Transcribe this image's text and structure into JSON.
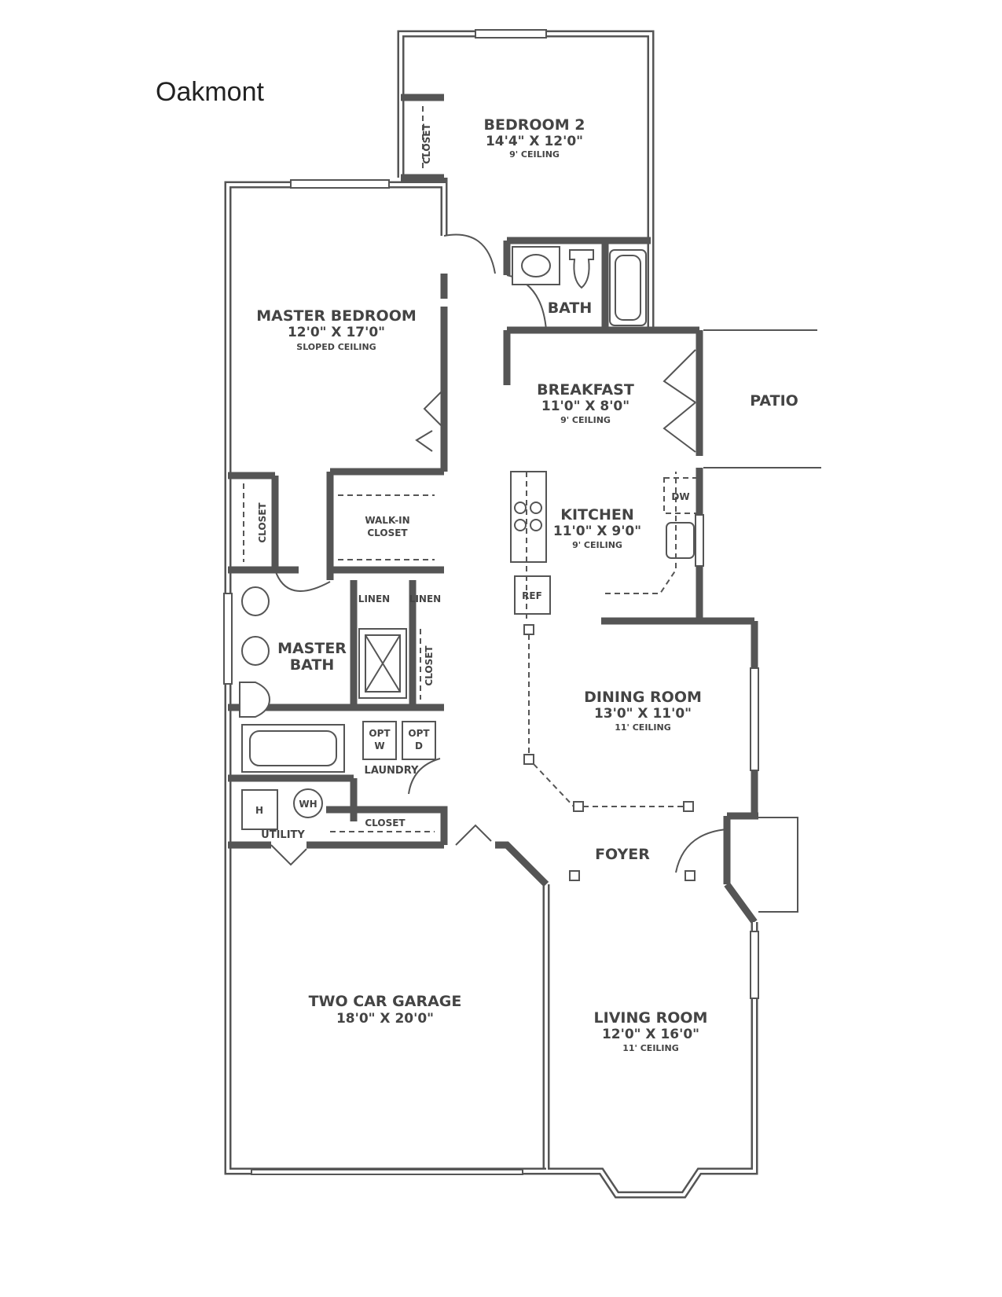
{
  "title": "Oakmont",
  "rooms": {
    "bedroom2": {
      "name": "BEDROOM 2",
      "dims": "14'4\" X 12'0\"",
      "ceiling": "9' CEILING"
    },
    "master_bedroom": {
      "name": "MASTER BEDROOM",
      "dims": "12'0\" X 17'0\"",
      "ceiling": "SLOPED CEILING"
    },
    "bath": {
      "name": "BATH"
    },
    "breakfast": {
      "name": "BREAKFAST",
      "dims": "11'0\" X 8'0\"",
      "ceiling": "9' CEILING"
    },
    "patio": {
      "name": "PATIO"
    },
    "kitchen": {
      "name": "KITCHEN",
      "dims": "11'0\" X 9'0\"",
      "ceiling": "9' CEILING"
    },
    "walk_in_closet": {
      "line1": "WALK-IN",
      "line2": "CLOSET"
    },
    "master_bath": {
      "line1": "MASTER",
      "line2": "BATH"
    },
    "dining_room": {
      "name": "DINING ROOM",
      "dims": "13'0\" X 11'0\"",
      "ceiling": "11' CEILING"
    },
    "foyer": {
      "name": "FOYER"
    },
    "garage": {
      "name": "TWO CAR GARAGE",
      "dims": "18'0\" X 20'0\""
    },
    "living_room": {
      "name": "LIVING ROOM",
      "dims": "12'0\" X 16'0\"",
      "ceiling": "11' CEILING"
    }
  },
  "labels": {
    "closet": "CLOSET",
    "linen": "LINEN",
    "laundry": "LAUNDRY",
    "utility": "UTILITY",
    "dw": "DW",
    "ref": "REF",
    "opt_w_1": "OPT",
    "opt_w_2": "W",
    "opt_d_1": "OPT",
    "opt_d_2": "D",
    "h": "H",
    "wh": "WH"
  }
}
